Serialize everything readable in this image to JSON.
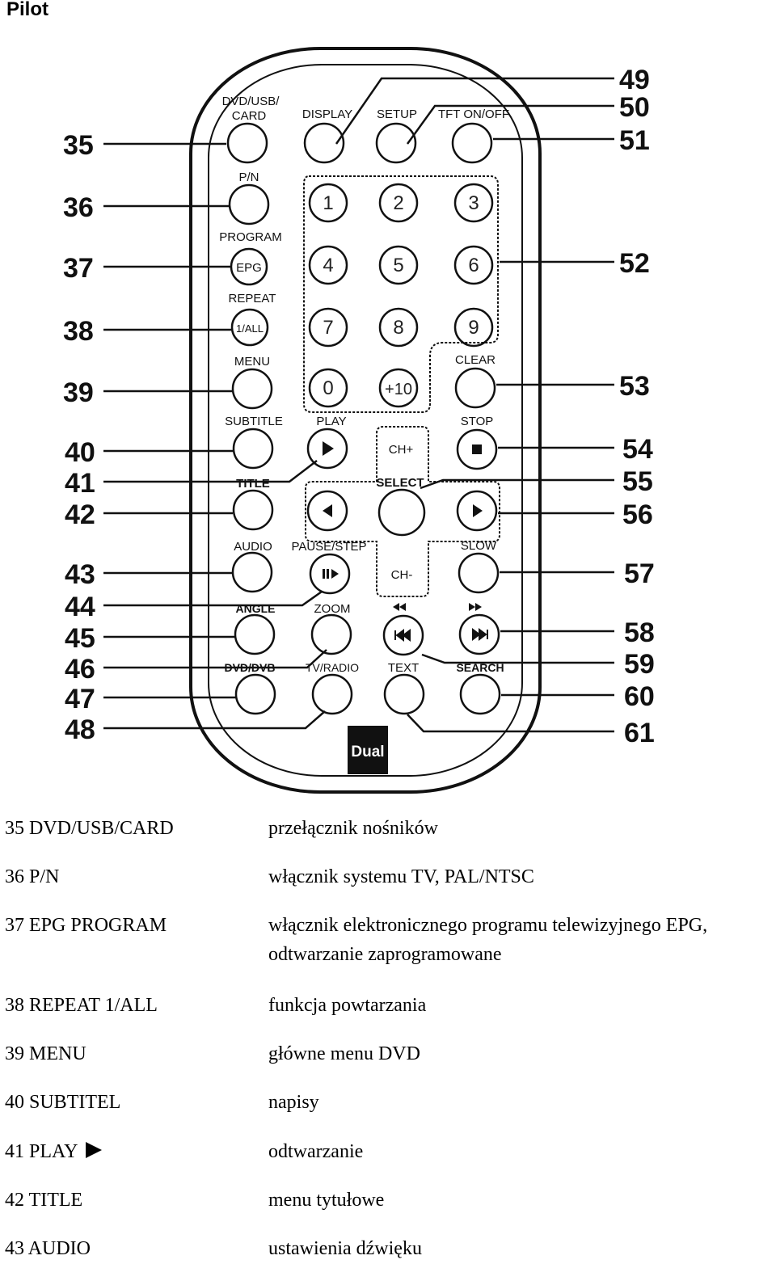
{
  "page": {
    "title": "Pilot"
  },
  "remote": {
    "logo": "Dual",
    "buttons": {
      "dvd_usb_card": "DVD/USB/ CARD",
      "display": "DISPLAY",
      "setup": "SETUP",
      "tft": "TFT ON/OFF",
      "pn": "P/N",
      "program": "PROGRAM",
      "epg": "EPG",
      "repeat": "REPEAT",
      "one_all": "1/ALL",
      "menu": "MENU",
      "clear": "CLEAR",
      "subtitle": "SUBTITLE",
      "play": "PLAY",
      "stop": "STOP",
      "ch_plus": "CH+",
      "select": "SELECT",
      "title": "TITLE",
      "audio": "AUDIO",
      "pause_step": "PAUSE/STEP",
      "slow": "SLOW",
      "ch_minus": "CH-",
      "angle": "ANGLE",
      "zoom": "ZOOM",
      "dvd_dvb": "DVD/DVB",
      "tv_radio": "TV/RADIO",
      "text": "TEXT",
      "search": "SEARCH"
    },
    "digits": [
      "1",
      "2",
      "3",
      "4",
      "5",
      "6",
      "7",
      "8",
      "9",
      "0",
      "+10"
    ],
    "callouts_left": [
      "35",
      "36",
      "37",
      "38",
      "39",
      "40",
      "41",
      "42",
      "43",
      "44",
      "45",
      "46",
      "47",
      "48"
    ],
    "callouts_right": [
      "49",
      "50",
      "51",
      "52",
      "53",
      "54",
      "55",
      "56",
      "57",
      "58",
      "59",
      "60",
      "61"
    ]
  },
  "legend": [
    {
      "key": "35 DVD/USB/CARD",
      "desc": "przełącznik nośników"
    },
    {
      "key": "36 P/N",
      "desc": "włącznik systemu TV, PAL/NTSC"
    },
    {
      "key": "37 EPG PROGRAM",
      "desc": "włącznik elektronicznego programu telewizyjnego EPG, odtwarzanie zaprogramowane"
    },
    {
      "key": "38 REPEAT 1/ALL",
      "desc": "funkcja powtarzania"
    },
    {
      "key": "39 MENU",
      "desc": "główne menu DVD"
    },
    {
      "key": "40 SUBTITEL",
      "desc": "napisy"
    },
    {
      "key": "41 PLAY",
      "desc": "odtwarzanie"
    },
    {
      "key": "42 TITLE",
      "desc": "menu tytułowe"
    },
    {
      "key": "43 AUDIO",
      "desc": "ustawienia dźwięku"
    }
  ]
}
